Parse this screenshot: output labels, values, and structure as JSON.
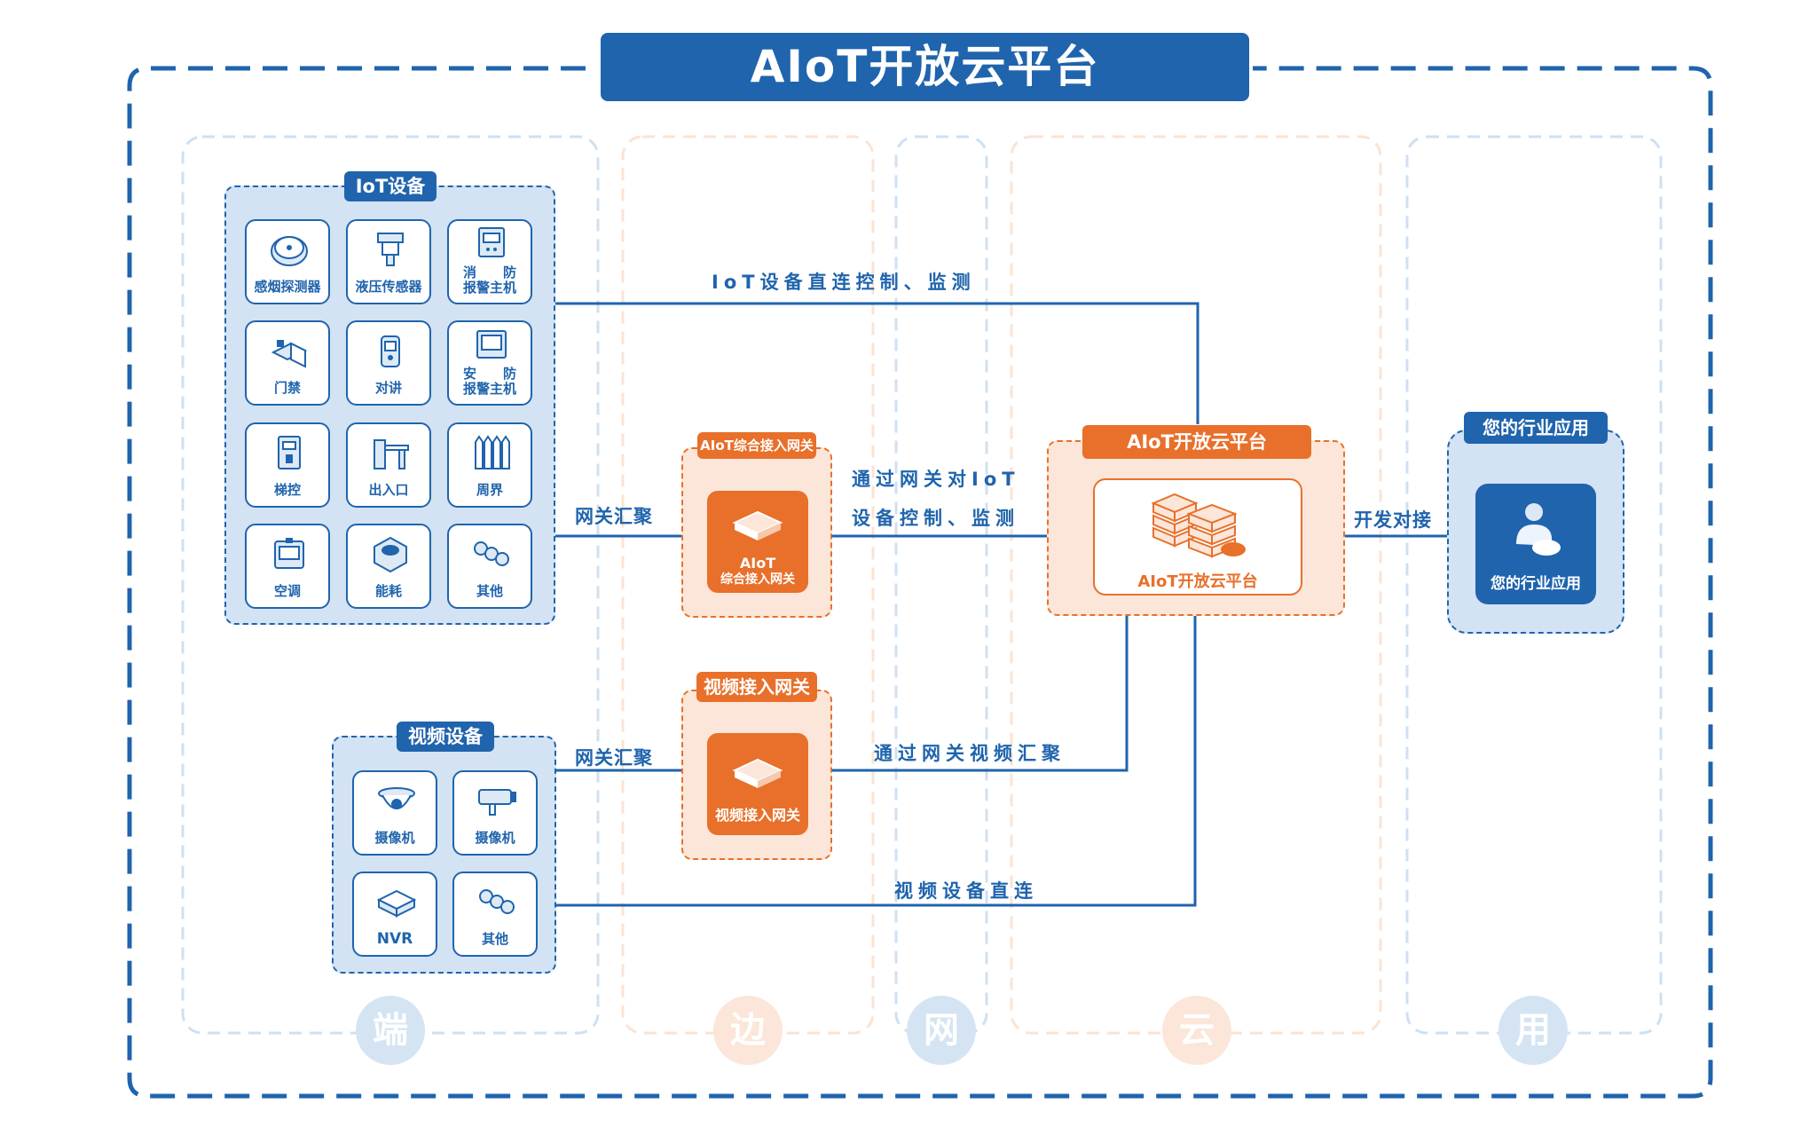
{
  "title": "AIoT开放云平台",
  "columns": {
    "device_end": "端",
    "edge": "边",
    "network": "网",
    "cloud": "云",
    "application": "用"
  },
  "iot_devices": {
    "title": "IoT设备",
    "items": [
      {
        "label": "感烟探测器",
        "icon": "smoke-detector-icon"
      },
      {
        "label": "液压传感器",
        "icon": "hydraulic-sensor-icon"
      },
      {
        "label_top_left": "消",
        "label_top_right": "防",
        "label": "报警主机",
        "icon": "fire-alarm-host-icon"
      },
      {
        "label": "门禁",
        "icon": "access-control-icon"
      },
      {
        "label": "对讲",
        "icon": "intercom-icon"
      },
      {
        "label_top_left": "安",
        "label_top_right": "防",
        "label": "报警主机",
        "icon": "security-alarm-host-icon"
      },
      {
        "label": "梯控",
        "icon": "elevator-control-icon"
      },
      {
        "label": "出入口",
        "icon": "barrier-gate-icon"
      },
      {
        "label": "周界",
        "icon": "perimeter-fence-icon"
      },
      {
        "label": "空调",
        "icon": "air-conditioner-icon"
      },
      {
        "label": "能耗",
        "icon": "energy-meter-icon"
      },
      {
        "label": "其他",
        "icon": "others-icon"
      }
    ]
  },
  "video_devices": {
    "title": "视频设备",
    "items": [
      {
        "label": "摄像机",
        "icon": "dome-camera-icon"
      },
      {
        "label": "摄像机",
        "icon": "bullet-camera-icon"
      },
      {
        "label": "NVR",
        "icon": "nvr-icon"
      },
      {
        "label": "其他",
        "icon": "others-icon"
      }
    ]
  },
  "aiot_gateway": {
    "title": "AIoT综合接入网关",
    "card_line1": "AIoT",
    "card_line2": "综合接入网关"
  },
  "video_gateway": {
    "title": "视频接入网关",
    "card_label": "视频接入网关"
  },
  "cloud_platform": {
    "title": "AIoT开放云平台",
    "card_label": "AIoT开放云平台"
  },
  "application": {
    "title": "您的行业应用",
    "card_label": "您的行业应用"
  },
  "flows": {
    "iot_direct": "IoT设备直连控制、监测",
    "gateway_aggregate_iot": "网关汇聚",
    "via_gateway_line1": "通过网关对IoT",
    "via_gateway_line2": "设备控制、监测",
    "dev_integration": "开发对接",
    "gateway_aggregate_video": "网关汇聚",
    "video_via_gateway": "通过网关视频汇聚",
    "video_direct": "视频设备直连"
  },
  "colors": {
    "primary_blue": "#1f64ad",
    "light_blue": "#d3e3f3",
    "primary_orange": "#e8702a",
    "light_orange": "#fbe6d9"
  }
}
